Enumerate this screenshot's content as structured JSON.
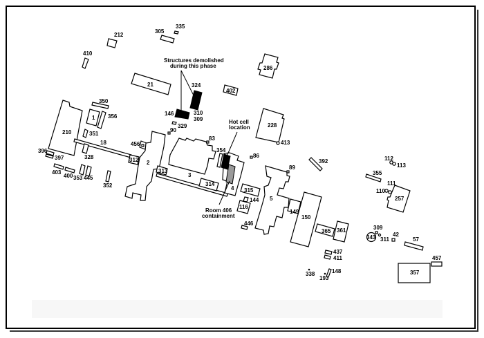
{
  "map": {
    "title": "Site plan",
    "annotations": {
      "demolished": [
        "Structures demolished",
        "during this phase"
      ],
      "hot_cell": [
        "Hot cell",
        "location"
      ],
      "room_406": [
        "Room 406",
        "containment"
      ]
    },
    "building_labels": {
      "b212": "212",
      "b305": "305",
      "b335": "335",
      "b410": "410",
      "b21": "21",
      "b324": "324",
      "b286": "286",
      "b402": "402",
      "b350": "350",
      "b1": "1",
      "b356": "356",
      "b146": "146",
      "b310": "310",
      "b309a": "309",
      "b329": "329",
      "b210": "210",
      "b351": "351",
      "b18": "18",
      "b328": "328",
      "b90": "90",
      "b83": "83",
      "b228": "228",
      "b413a": "413",
      "b456": "456",
      "b396": "396",
      "b397": "397",
      "b312": "312",
      "b2": "2",
      "b354": "354",
      "b86": "86",
      "b403": "403",
      "b400": "400",
      "b353": "353",
      "b445": "445",
      "b352": "352",
      "b313": "313",
      "b3": "3",
      "b314": "314",
      "b4": "4",
      "b89": "89",
      "b392": "392",
      "b112": "112",
      "b113": "113",
      "b355": "355",
      "b111": "111",
      "b110": "110",
      "b257": "257",
      "b315": "315",
      "b144": "144",
      "b116": "116",
      "b5": "5",
      "b149": "149",
      "b150": "150",
      "b446": "446",
      "b365": "365",
      "b361": "361",
      "b309b": "309",
      "b343": "343",
      "b311": "311",
      "b42": "42",
      "b57": "57",
      "b437": "437",
      "b411": "411",
      "b457": "457",
      "b357": "357",
      "b338": "338",
      "b193": "193",
      "b148": "148"
    },
    "legend_colors": {
      "demolished": "#000000",
      "room_406_containment": "#9a9a9a",
      "building_outline": "#000000"
    }
  }
}
